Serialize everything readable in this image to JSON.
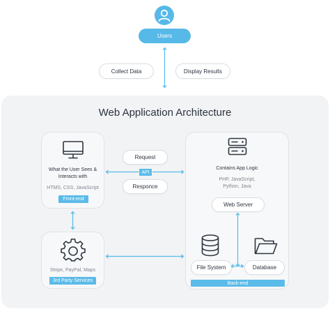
{
  "top": {
    "users_label": "Users",
    "collect_label": "Collect Data",
    "display_label": "Display Results"
  },
  "architecture": {
    "title": "Web Application Architecture",
    "frontend": {
      "line1": "What the User Sees &",
      "line2": "Interacts with",
      "tech": "HTMS, CSS, JavaScript",
      "tag": "Front-end"
    },
    "api": {
      "request_label": "Request",
      "api_label": "API",
      "response_label": "Responce"
    },
    "backend": {
      "title": "Contains App Logic",
      "tech_line1": "PHP, JavaScript,",
      "tech_line2": "Python, Java",
      "web_server_label": "Web Server",
      "file_system_label": "File System",
      "database_label": "Database",
      "tag": "Back-end"
    },
    "third_party": {
      "tech": "Stripe, PayPal, Maps",
      "tag": "3rd Party Services"
    }
  },
  "icons": {
    "user": "user-icon",
    "monitor": "monitor-icon",
    "server": "server-icon",
    "gear": "gear-icon",
    "database": "database-icon",
    "folder": "folder-icon"
  },
  "colors": {
    "accent_blue": "#57b9e8",
    "panel_gray": "#f2f3f5",
    "text_dark": "#2d3540",
    "text_muted": "#808891"
  }
}
